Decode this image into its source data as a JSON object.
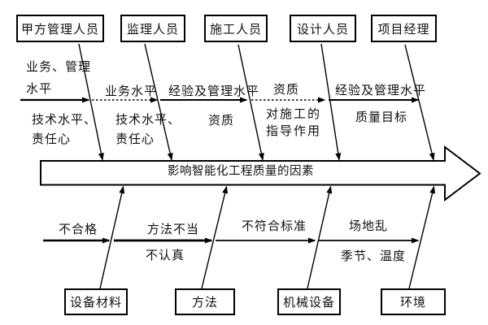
{
  "diagram_title": "影响智能化工程质量的因素",
  "spine": {
    "label": "影响智能化工程质量的因素"
  },
  "top_boxes": [
    {
      "label": "甲方管理人员"
    },
    {
      "label": "监理人员"
    },
    {
      "label": "施工人员"
    },
    {
      "label": "设计人员"
    },
    {
      "label": "项目经理"
    }
  ],
  "bottom_boxes": [
    {
      "label": "设备材料"
    },
    {
      "label": "方法"
    },
    {
      "label": "机械设备"
    },
    {
      "label": "环境"
    }
  ],
  "top_branches": [
    {
      "above": "业务、管理\n水平",
      "below": "技术水平、\n责任心"
    },
    {
      "above": "业务水平",
      "below": "技术水平、\n责任心"
    },
    {
      "above": "经验及管理水平",
      "below": "资质"
    },
    {
      "above": "资质",
      "below": "对施工的\n指导作用"
    },
    {
      "above": "经验及管理水平",
      "below": "质量目标"
    }
  ],
  "bottom_branches": [
    {
      "above": "不合格"
    },
    {
      "above": "方法不当",
      "below": "不认真"
    },
    {
      "above": "不符合标准"
    },
    {
      "above": "场地乱",
      "below": "季节、温度"
    }
  ],
  "colors": {
    "line": "#000000",
    "background": "#ffffff",
    "box_fill": "#ffffff"
  }
}
